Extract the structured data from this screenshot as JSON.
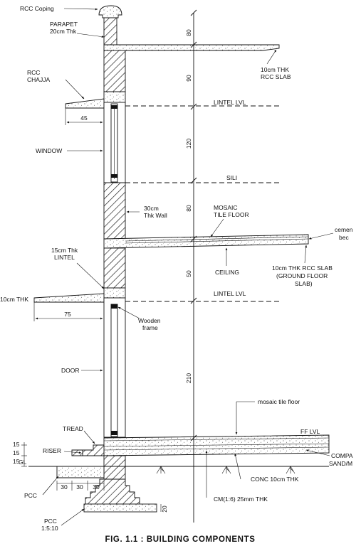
{
  "caption": "FIG. 1.1 : BUILDING COMPONENTS",
  "labels": {
    "rcc_coping": "RCC Coping",
    "parapet_1": "PARAPET",
    "parapet_2": "20cm Thk",
    "chajja_1": "RCC",
    "chajja_2": "CHAJJA",
    "window": "WINDOW",
    "roof_slab_1": "10cm THK",
    "roof_slab_2": "RCC SLAB",
    "lintel_lvl_top": "LINTEL LVL",
    "sill": "SILI",
    "wall_1": "30cm",
    "wall_2": "Thk Wall",
    "mosaic_1": "MOSAIC",
    "mosaic_2": "TILE FLOOR",
    "cement_bed_1": "cemen",
    "cement_bed_2": "bec",
    "lintel_1": "15cm Thk",
    "lintel_2": "LINTEL",
    "ceiling": "CEILING",
    "floor_slab_1": "10cm THK RCC SLAB",
    "floor_slab_2": "(GROUND FLOOR",
    "floor_slab_3": "SLAB)",
    "lower_chajja": "10cm THK",
    "lintel_lvl_bottom": "LINTEL LVL",
    "wooden_1": "Wooden",
    "wooden_2": "frame",
    "door": "DOOR",
    "mosaic_floor": "mosaic tile floor",
    "tread": "TREAD",
    "riser": "RISER",
    "ff_lvl": "FF LVL",
    "compa_1": "COMPA",
    "compa_2": "SAND/M",
    "gl": "GL",
    "pcc_upper": "PCC",
    "conc": "CONC 10cm THK",
    "cm": "CM(1:6) 25mm THK",
    "pcc_lower": "PCC",
    "pcc_lower_mix": "1:5:10"
  },
  "dimensions": {
    "parapet_height": "80",
    "upper_clear": "90",
    "window_height": "120",
    "sill_to_floor": "80",
    "lintel_gap": "50",
    "door_height": "210",
    "upper_chajja_projection": "45",
    "lower_chajja_projection": "75",
    "riser_1": "15",
    "riser_2": "15",
    "riser_3": "15",
    "tread_1": "30",
    "tread_2": "30",
    "tread_3": "30",
    "footing_depth": "20"
  }
}
